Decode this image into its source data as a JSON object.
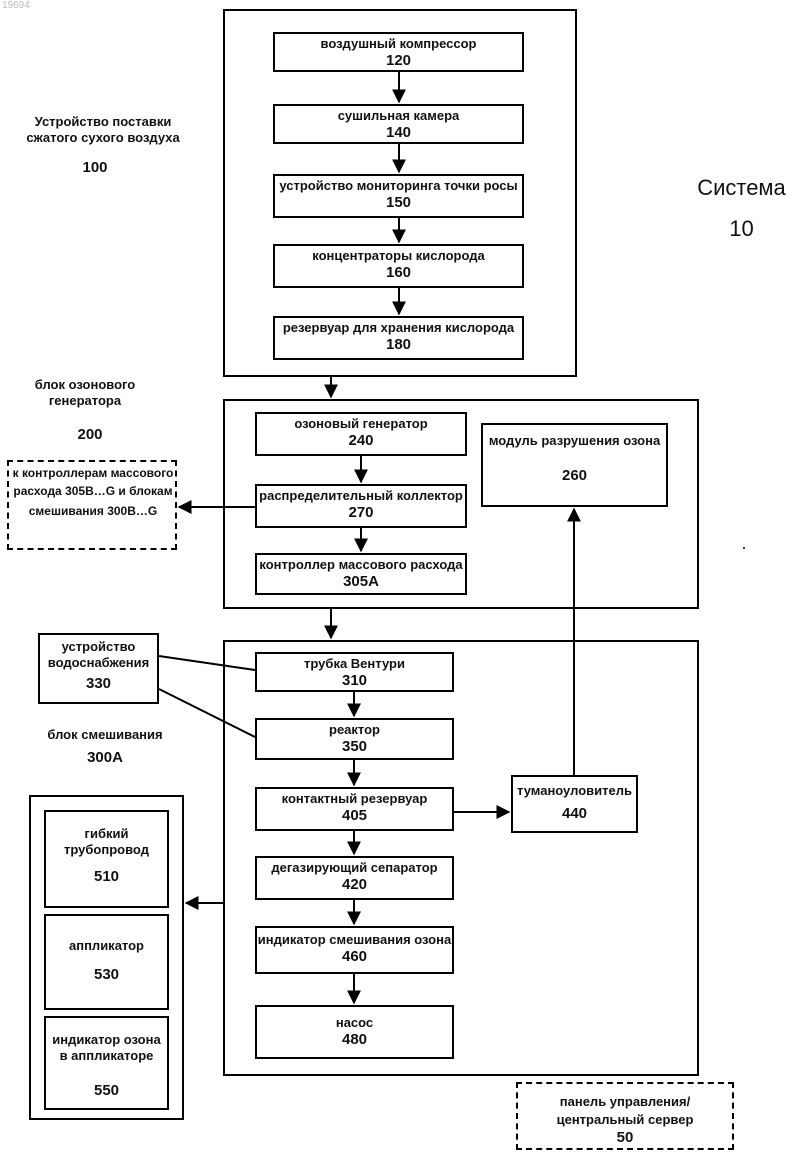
{
  "watermark": "19694",
  "system": {
    "label": "Система",
    "number": "10"
  },
  "air_supply": {
    "label_line1": "Устройство поставки",
    "label_line2": "сжатого сухого воздуха",
    "number": "100",
    "boxes": [
      {
        "label": "воздушный компрессор",
        "number": "120"
      },
      {
        "label": "сушильная камера",
        "number": "140"
      },
      {
        "label": "устройство мониторинга точки росы",
        "number": "150"
      },
      {
        "label": "концентраторы кислорода",
        "number": "160"
      },
      {
        "label": "резервуар для хранения кислорода",
        "number": "180"
      }
    ]
  },
  "ozone_block": {
    "label_line1": "блок озонового",
    "label_line2": "генератора",
    "number": "200",
    "boxes": [
      {
        "label": "озоновый генератор",
        "number": "240"
      },
      {
        "label": "распределительный коллектор",
        "number": "270"
      },
      {
        "label": "контроллер массового расхода",
        "number": "305A"
      }
    ],
    "destruct": {
      "label": "модуль разрушения озона",
      "number": "260"
    }
  },
  "external_controllers": {
    "line1": "к контроллерам массового",
    "line2": "расхода 305B…G и блокам",
    "line3": "смешивания 300B…G"
  },
  "water_supply": {
    "line1": "устройство",
    "line2": "водоснабжения",
    "number": "330"
  },
  "mixing_block": {
    "label": "блок смешивания",
    "number": "300A",
    "boxes": [
      {
        "label": "трубка Вентури",
        "number": "310"
      },
      {
        "label": "реактор",
        "number": "350"
      },
      {
        "label": "контактный резервуар",
        "number": "405"
      },
      {
        "label": "дегазирующий сепаратор",
        "number": "420"
      },
      {
        "label": "индикатор смешивания озона",
        "number": "460"
      },
      {
        "label": "насос",
        "number": "480"
      }
    ],
    "mist": {
      "label": "туманоуловитель",
      "number": "440"
    }
  },
  "applicator_group": {
    "boxes": [
      {
        "line1": "гибкий",
        "line2": "трубопровод",
        "number": "510"
      },
      {
        "line1": "аппликатор",
        "line2": "",
        "number": "530"
      },
      {
        "line1": "индикатор озона",
        "line2": "в аппликаторе",
        "number": "550"
      }
    ]
  },
  "control_panel": {
    "line1": "панель управления/",
    "line2": "центральный сервер",
    "number": "50"
  }
}
